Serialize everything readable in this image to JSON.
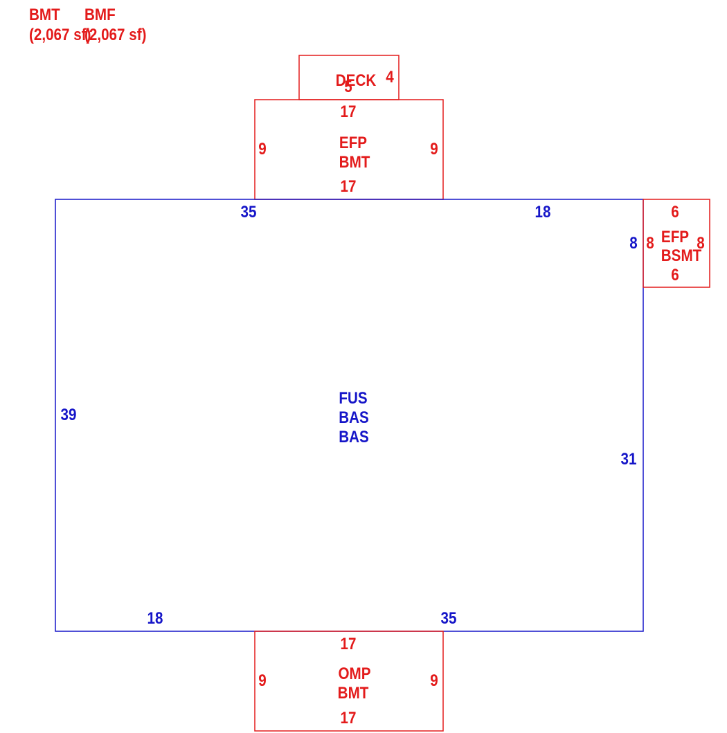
{
  "legend": {
    "items": [
      {
        "code": "BMT",
        "area": "(2,067 sf)"
      },
      {
        "code": "BMF",
        "area": "(2,067 sf)"
      }
    ]
  },
  "areas": {
    "main": {
      "labels": [
        "FUS",
        "BAS",
        "BAS"
      ],
      "dims": {
        "top_left": "35",
        "top_right": "18",
        "left": "39",
        "right_lower": "31",
        "right_upper": "8",
        "bottom_left": "18",
        "bottom_right": "35"
      }
    },
    "efp_top": {
      "labels": [
        "EFP",
        "BMT"
      ],
      "dims": {
        "top": "17",
        "bottom": "17",
        "left": "9",
        "right": "9"
      }
    },
    "deck": {
      "labels": [
        "DECK"
      ],
      "dims": {
        "right": "4",
        "top": "5"
      }
    },
    "efp_right": {
      "labels": [
        "EFP",
        "BSMT"
      ],
      "dims": {
        "top": "6",
        "bottom": "6",
        "left": "8",
        "right": "8"
      }
    },
    "omp_bottom": {
      "labels": [
        "OMP",
        "BMT"
      ],
      "dims": {
        "top": "17",
        "bottom": "17",
        "left": "9",
        "right": "9"
      }
    }
  },
  "colors": {
    "annex": "#e31b1b",
    "main": "#1515c8"
  }
}
